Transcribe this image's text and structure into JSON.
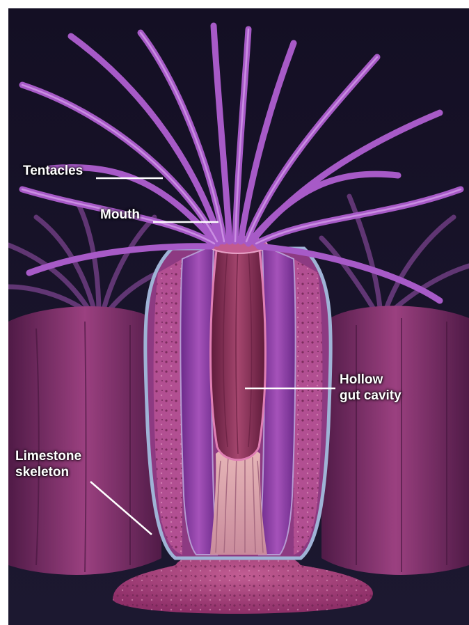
{
  "labels": {
    "tentacles": "Tentacles",
    "mouth": "Mouth",
    "gut_line1": "Hollow",
    "gut_line2": "gut cavity",
    "skeleton_line1": "Limestone",
    "skeleton_line2": "skeleton"
  },
  "colors": {
    "background": "#161327",
    "tentacle": "#b06ad0",
    "body": "#9a3d8a",
    "gut": "#8a2f52",
    "skeleton": "#b24e86",
    "rim": "#8fa6c8",
    "leader_line": "#ffffff"
  }
}
